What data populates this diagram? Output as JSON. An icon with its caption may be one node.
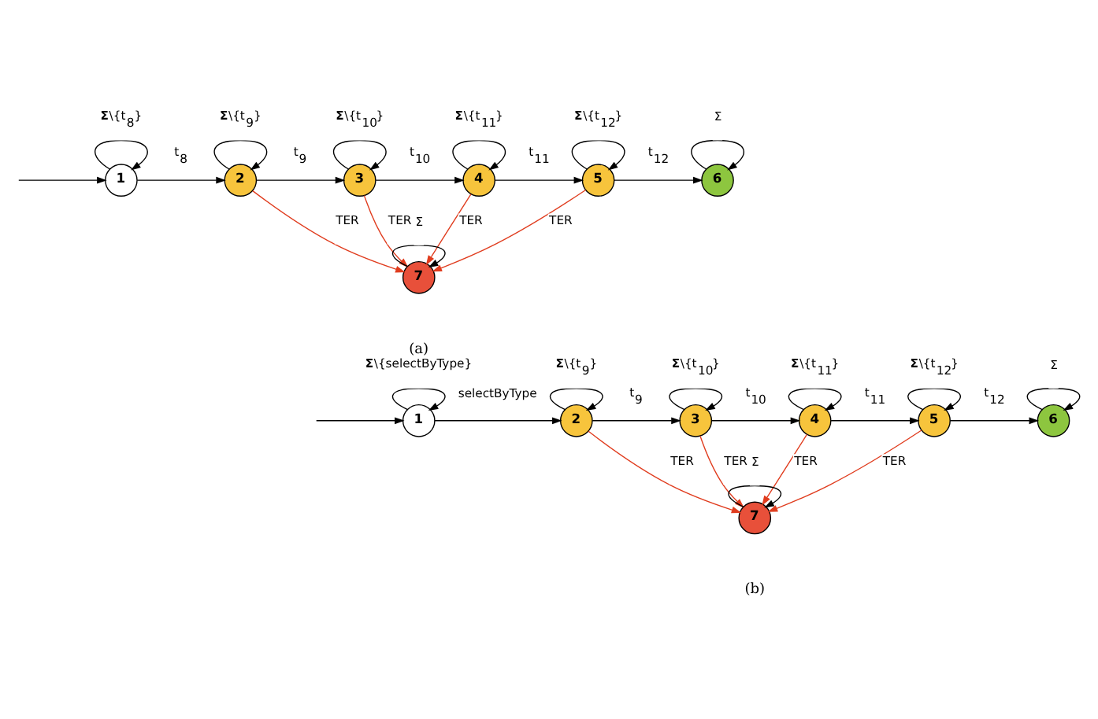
{
  "diagram": {
    "nodes": [
      {
        "text": [
          "1"
        ]
      },
      {
        "text": [
          "2"
        ]
      },
      {
        "text": [
          "3"
        ]
      },
      {
        "text": [
          "4"
        ]
      },
      {
        "text": [
          "5"
        ]
      },
      {
        "text": [
          "6"
        ]
      },
      {
        "text": [
          "7"
        ]
      },
      {
        "text": [
          "1"
        ]
      },
      {
        "text": [
          "2"
        ]
      },
      {
        "text": [
          "3"
        ]
      },
      {
        "text": [
          "4"
        ]
      },
      {
        "text": [
          "5"
        ]
      },
      {
        "text": [
          "6"
        ]
      },
      {
        "text": [
          "7"
        ]
      }
    ],
    "edges": [
      {
        "from": null,
        "to": 0,
        "arrow": "to"
      },
      {
        "from": 0,
        "to": 0,
        "arrow": "to",
        "label": "**Σ**\\{t$_{8}$}"
      },
      {
        "from": 0,
        "to": 1,
        "arrow": "to",
        "label": "t$_{8}$"
      },
      {
        "from": 1,
        "to": 1,
        "arrow": "to",
        "label": "**Σ**\\{t$_{9}$}"
      },
      {
        "from": 1,
        "to": 2,
        "arrow": "to",
        "label": "t$_{9}$"
      },
      {
        "from": 2,
        "to": 2,
        "arrow": "to",
        "label": "**Σ**\\{t$_{10}$}"
      },
      {
        "from": 2,
        "to": 3,
        "arrow": "to",
        "label": "t$_{10}$"
      },
      {
        "from": 3,
        "to": 3,
        "arrow": "to",
        "label": "**Σ**\\{t$_{11}$}"
      },
      {
        "from": 3,
        "to": 4,
        "arrow": "to",
        "label": "t$_{11}$"
      },
      {
        "from": 4,
        "to": 4,
        "arrow": "to",
        "label": "**Σ**\\{t$_{12}$}"
      },
      {
        "from": 4,
        "to": 5,
        "arrow": "to",
        "label": "t$_{12}$"
      },
      {
        "from": 5,
        "to": 5,
        "arrow": "to",
        "label": "Σ"
      },
      {
        "from": 1,
        "to": 6,
        "arrow": "to",
        "label": "TER",
        "color": "#e03c1e"
      },
      {
        "from": 2,
        "to": 6,
        "arrow": "to",
        "label": "TER",
        "color": "#e03c1e"
      },
      {
        "from": 3,
        "to": 6,
        "arrow": "to",
        "label": "TER",
        "color": "#e03c1e"
      },
      {
        "from": 4,
        "to": 6,
        "arrow": "to",
        "label": "TER",
        "color": "#e03c1e"
      },
      {
        "from": 6,
        "to": 6,
        "arrow": "to",
        "label": "Σ"
      },
      {
        "from": null,
        "to": 7,
        "arrow": "to"
      },
      {
        "from": 7,
        "to": 7,
        "arrow": "to",
        "label": "**Σ**\\{selectByType}"
      },
      {
        "from": 7,
        "to": 8,
        "arrow": "to",
        "label": "selectByType"
      },
      {
        "from": 8,
        "to": 8,
        "arrow": "to",
        "label": "**Σ**\\{t$_{9}$}"
      },
      {
        "from": 8,
        "to": 9,
        "arrow": "to",
        "label": "t$_{9}$"
      },
      {
        "from": 9,
        "to": 9,
        "arrow": "to",
        "label": "**Σ**\\{t$_{10}$}"
      },
      {
        "from": 9,
        "to": 10,
        "arrow": "to",
        "label": "t$_{10}$"
      },
      {
        "from": 10,
        "to": 10,
        "arrow": "to",
        "label": "**Σ**\\{t$_{11}$}"
      },
      {
        "from": 10,
        "to": 11,
        "arrow": "to",
        "label": "t$_{11}$"
      },
      {
        "from": 11,
        "to": 11,
        "arrow": "to",
        "label": "**Σ**\\{t$_{12}$}"
      },
      {
        "from": 11,
        "to": 12,
        "arrow": "to",
        "label": "t$_{12}$"
      },
      {
        "from": 12,
        "to": 12,
        "arrow": "to",
        "label": "Σ"
      },
      {
        "from": 8,
        "to": 13,
        "arrow": "to",
        "label": "TER",
        "color": "#e03c1e"
      },
      {
        "from": 9,
        "to": 13,
        "arrow": "to",
        "label": "TER",
        "color": "#e03c1e"
      },
      {
        "from": 10,
        "to": 13,
        "arrow": "to",
        "label": "TER",
        "color": "#e03c1e"
      },
      {
        "from": 11,
        "to": 13,
        "arrow": "to",
        "label": "TER",
        "color": "#e03c1e"
      },
      {
        "from": 13,
        "to": 13,
        "arrow": "to",
        "label": "Σ"
      }
    ],
    "labels": [
      "(a)",
      "(b)"
    ]
  }
}
